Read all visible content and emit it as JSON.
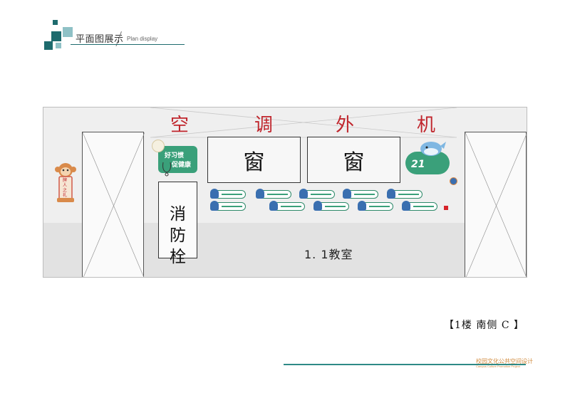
{
  "header": {
    "title": "平面图展示",
    "subtitle": "Plan display"
  },
  "wall": {
    "ac_chars": [
      "空",
      "调",
      "外",
      "机"
    ],
    "window_label": "窗",
    "hydrant_chars": [
      "消",
      "防",
      "栓"
    ],
    "room_label": "1. 1教室"
  },
  "left_mascot": {
    "text": "牌人之礼"
  },
  "poster_left": {
    "line1": "好习惯",
    "line2": "促健康"
  },
  "poster_right": {
    "number": "21"
  },
  "footer": {
    "caption": "【1楼 南侧 C 】",
    "logo_cn": "校园文化公共空间设计",
    "logo_en": "Campus Culture Promotion Project"
  },
  "colors": {
    "accent_teal": "#1e6b6e",
    "red": "#c0262d",
    "green": "#3aa07a"
  }
}
